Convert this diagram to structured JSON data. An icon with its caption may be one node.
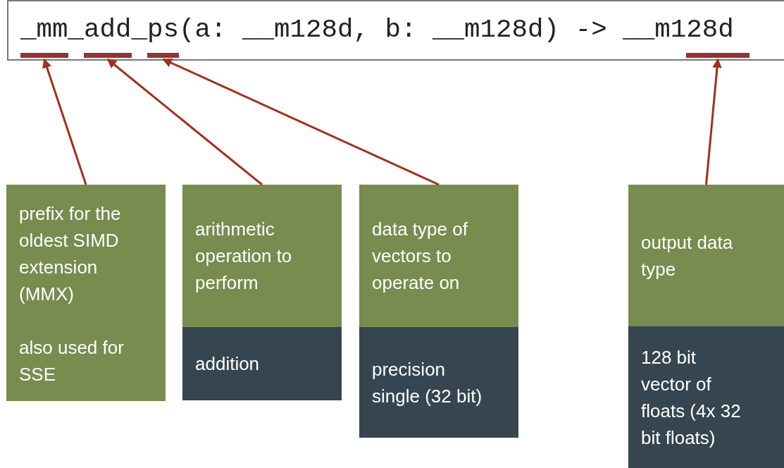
{
  "diagram": {
    "nodes": [
      {
        "text": [
          "_mm_add_ps(a: __m128d, b: __m128d) -> __m128d"
        ]
      },
      {
        "text": [],
        "shape": "bar",
        "in": 0
      },
      {
        "text": [],
        "shape": "bar",
        "in": 0
      },
      {
        "text": [],
        "shape": "bar",
        "in": 0
      },
      {
        "text": [],
        "shape": "bar",
        "in": 0
      },
      {
        "text": [
          "prefix for the oldest SIMD extension (MMX)",
          "also used for SSE"
        ]
      },
      {
        "text": [
          "arithmetic operation to perform"
        ]
      },
      {
        "text": [
          "addition"
        ]
      },
      {
        "text": [
          "data type of vectors to operate on"
        ]
      },
      {
        "text": [
          "precision single (32 bit)"
        ]
      },
      {
        "text": [
          "output data type"
        ]
      },
      {
        "text": [
          "128 bit vector of floats (4x 32 bit floats)"
        ]
      }
    ],
    "edges": [
      {
        "from": 5,
        "to": 1,
        "arrow": "to"
      },
      {
        "from": 6,
        "to": 2,
        "arrow": "to"
      },
      {
        "from": 8,
        "to": 3,
        "arrow": "to"
      },
      {
        "from": 10,
        "to": 4,
        "arrow": "to"
      }
    ]
  }
}
